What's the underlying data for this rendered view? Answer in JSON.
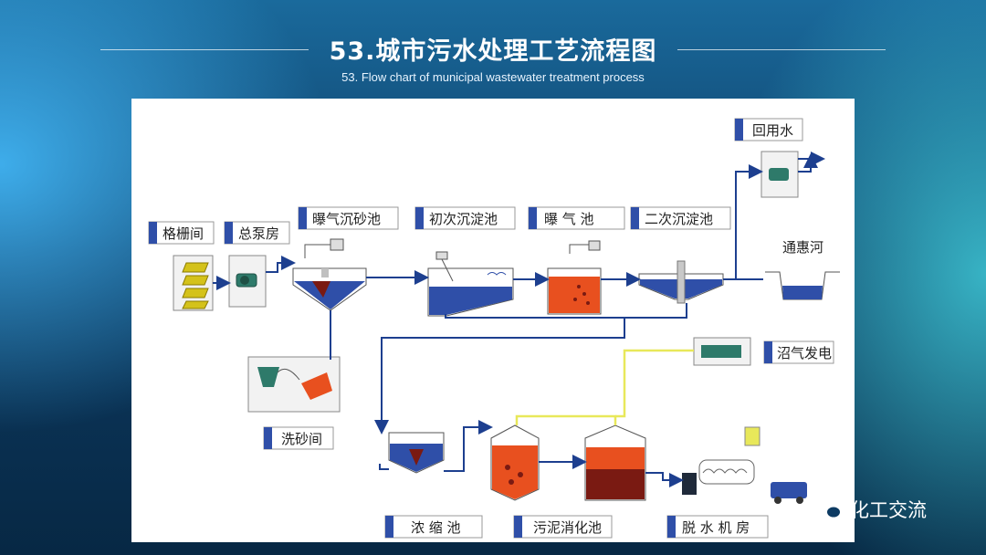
{
  "title": "53.城市污水处理工艺流程图",
  "subtitle": "53. Flow chart of municipal wastewater treatment process",
  "labels": {
    "screen": "格栅间",
    "pump": "总泵房",
    "grit": "曝气沉砂池",
    "primary": "初次沉淀池",
    "aeration": "曝 气 池",
    "secondary": "二次沉淀池",
    "reuse": "回用水",
    "river": "通惠河",
    "biogas": "沼气发电",
    "sandwash": "洗砂间",
    "thickener": "浓 缩 池",
    "digester": "污泥消化池",
    "dewater": "脱 水 机 房"
  },
  "watermark": "化工交流",
  "colors": {
    "water": "#2f4fa8",
    "sludge_orange": "#e8501f",
    "sludge_dark": "#7a1a12",
    "pipe": "#1d3f8f",
    "gas_pipe": "#e8e85a",
    "label_tab": "#2f4fa8"
  }
}
